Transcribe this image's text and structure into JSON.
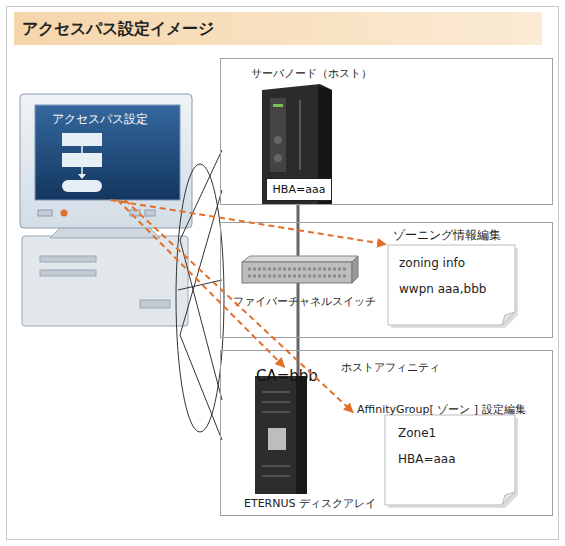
{
  "diagram": {
    "title": "アクセスパス設定イメージ",
    "nodes": [
      {
        "text": [
          "アクセスパス設定"
        ]
      },
      {
        "text": [
          "サーバノード（ホスト）"
        ]
      },
      {
        "text": [
          "HBA=aaa"
        ],
        "in": 1
      },
      {
        "text": [
          "ファイバーチャネルスイッチ"
        ]
      },
      {
        "text": [
          "ゾーニング情報編集",
          "zoning info",
          "wwpn aaa,bbb"
        ],
        "in": 3
      },
      {
        "text": [
          "ホストアフィニティ"
        ]
      },
      {
        "text": [
          "CA=bbb",
          "ETERNUS ディスクアレイ"
        ],
        "in": 5
      },
      {
        "text": [
          "AffinityGroup[ ゾーン ] 設定編集",
          "Zone1",
          "HBA=aaa"
        ],
        "in": 5
      }
    ],
    "edges": [
      {
        "from": 0,
        "to": 4,
        "arrow": "to"
      },
      {
        "from": 0,
        "to": 6,
        "arrow": "to"
      },
      {
        "from": 0,
        "to": 7,
        "arrow": "to"
      }
    ]
  }
}
